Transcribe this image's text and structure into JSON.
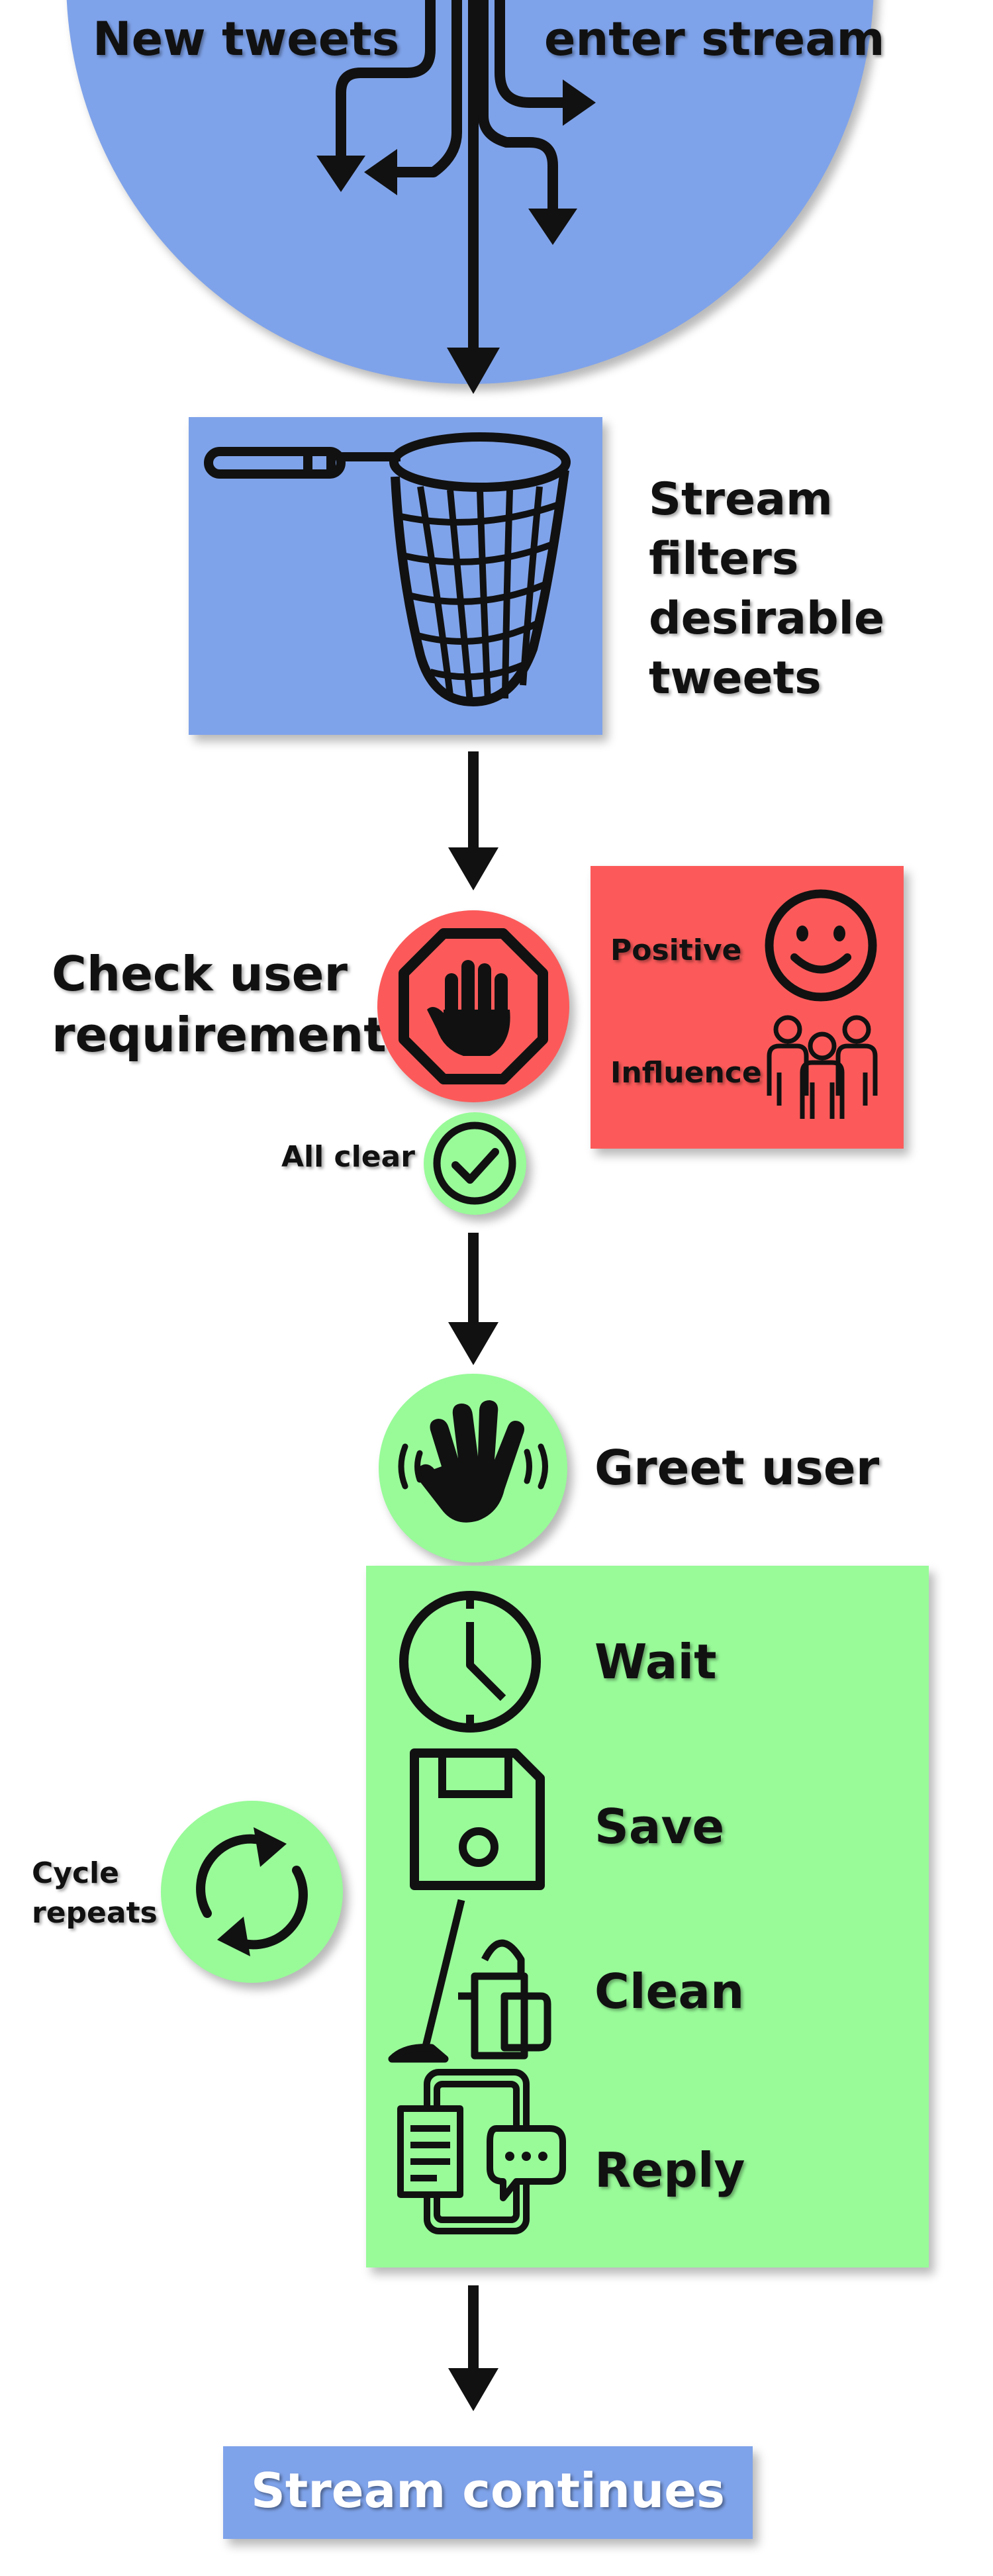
{
  "colors": {
    "blue": "#7fa3ea",
    "red": "#fc5a5a",
    "green": "#98fb98",
    "ink": "#111111",
    "white": "#ffffff"
  },
  "top": {
    "left_label": "New tweets",
    "right_label": "enter stream",
    "icon": "branching-arrows-icon"
  },
  "filter": {
    "label_lines": [
      "Stream",
      "filters",
      "desirable",
      "tweets"
    ],
    "icon": "net-icon"
  },
  "check": {
    "label_lines": [
      "Check user",
      "requirements"
    ],
    "icon": "stop-hand-icon",
    "requirements": [
      {
        "label": "Positive",
        "icon": "smiley-icon"
      },
      {
        "label": "Influence",
        "icon": "group-icon"
      }
    ],
    "all_clear_label": "All clear",
    "all_clear_icon": "check-icon"
  },
  "greet": {
    "label": "Greet user",
    "icon": "waving-hand-icon"
  },
  "cycle": {
    "label_lines": [
      "Cycle",
      "repeats"
    ],
    "icon": "refresh-icon",
    "steps": [
      {
        "label": "Wait",
        "icon": "clock-icon"
      },
      {
        "label": "Save",
        "icon": "floppy-disk-icon"
      },
      {
        "label": "Clean",
        "icon": "cleaning-tools-icon"
      },
      {
        "label": "Reply",
        "icon": "phone-reply-icon"
      }
    ]
  },
  "end": {
    "label": "Stream continues"
  }
}
